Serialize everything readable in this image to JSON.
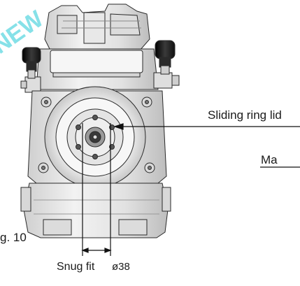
{
  "figure": {
    "caption": "g. 10",
    "watermark": "NEW",
    "callouts": {
      "sliding_ring_lid": "Sliding ring lid",
      "ma": "Ma",
      "snug_fit": "Snug fit",
      "diameter": "ø38"
    }
  },
  "colors": {
    "line": "#1a1a1a",
    "metal_light": "#ececec",
    "metal_mid": "#d2d2d2",
    "metal_dark": "#9a9a9a",
    "knob": "#1b1b1b",
    "watermark": "#25c9d6"
  }
}
